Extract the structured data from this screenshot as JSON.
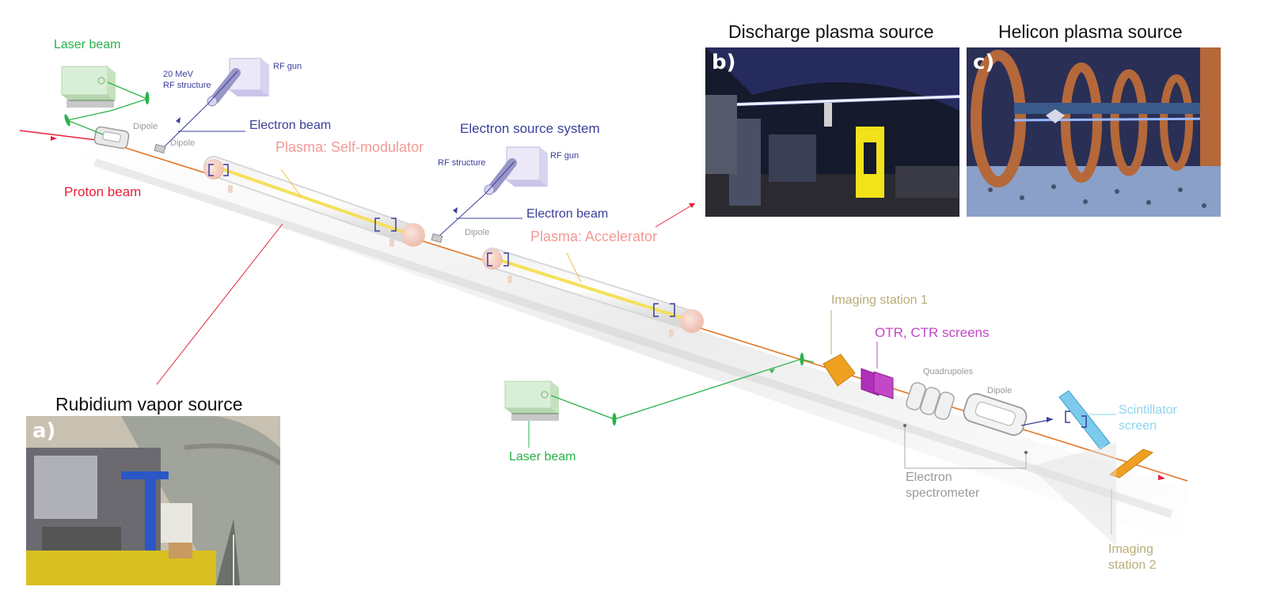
{
  "panels": {
    "a": {
      "tag": "a)",
      "title": "Rubidium vapor source"
    },
    "b": {
      "tag": "b)",
      "title": "Discharge plasma source"
    },
    "c": {
      "tag": "c)",
      "title": "Helicon plasma source"
    }
  },
  "labels": {
    "laser_beam_top": "Laser beam",
    "laser_beam_bottom": "Laser beam",
    "rf_structure_20mev_line1": "20 MeV",
    "rf_structure_20mev_line2": "RF structure",
    "rf_gun_1": "RF gun",
    "rf_gun_2": "RF gun",
    "rf_structure_2": "RF structure",
    "dipole_1": "Dipole",
    "dipole_2": "Dipole",
    "dipole_3": "Dipole",
    "dipole_4": "Dipole",
    "electron_beam_1": "Electron beam",
    "electron_beam_2": "Electron beam",
    "electron_source_system": "Electron source system",
    "plasma_self_modulator": "Plasma: Self-modulator",
    "plasma_accelerator": "Plasma: Accelerator",
    "proton_beam": "Proton beam",
    "imaging_station_1": "Imaging station 1",
    "otr_ctr_screens": "OTR, CTR screens",
    "quadrupoles": "Quadrupoles",
    "scintillator_line1": "Scintillator",
    "scintillator_line2": "screen",
    "electron_spectrometer_line1": "Electron",
    "electron_spectrometer_line2": "spectrometer",
    "imaging_station_2_line1": "Imaging",
    "imaging_station_2_line2": "station 2"
  },
  "colors": {
    "laser": "#2bb24c",
    "proton": "#e8213a",
    "electron": "#3a3f9a",
    "plasma": "#f29a96",
    "imaging": "#b9ad78",
    "otr": "#c447c8",
    "scintillator": "#8fd4ee",
    "orange_beam": "#e0782a",
    "plasma_core": "#f5e05a"
  }
}
